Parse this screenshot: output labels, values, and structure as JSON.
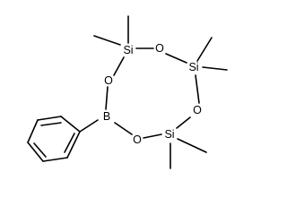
{
  "diagram": {
    "atoms": {
      "si_top": "Si",
      "o_top_right": "O",
      "si_right": "Si",
      "o_right": "O",
      "si_bottom": "Si",
      "o_bottom": "O",
      "boron": "B",
      "o_left": "O"
    }
  }
}
